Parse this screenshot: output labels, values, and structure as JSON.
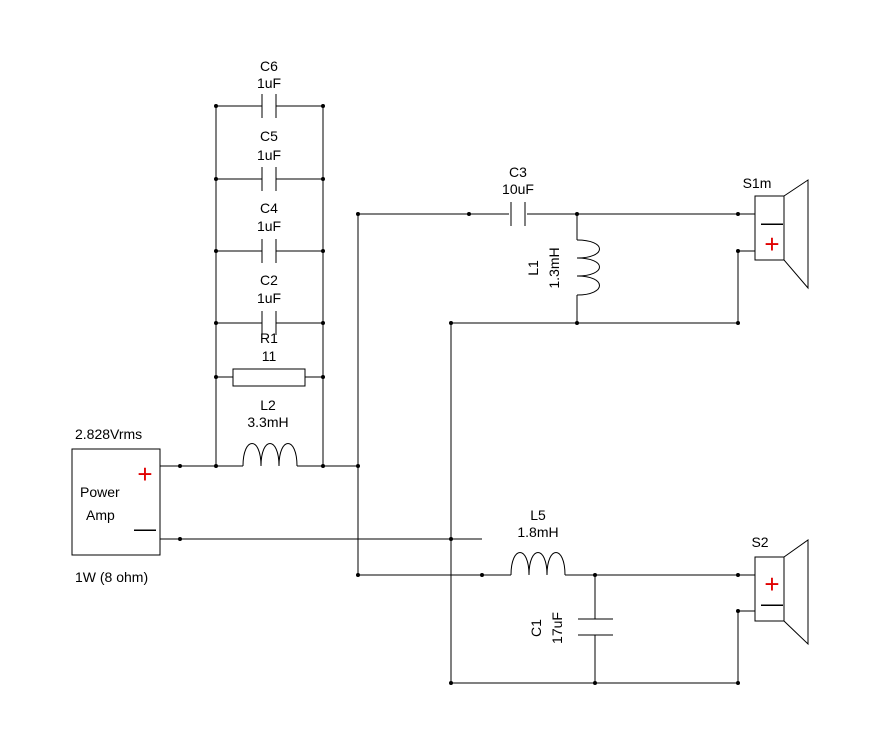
{
  "amp": {
    "voltage": "2.828Vrms",
    "name_line1": "Power",
    "name_line2": "Amp",
    "rating": "1W (8 ohm)",
    "plus": "+",
    "minus": "—"
  },
  "components": {
    "C6": {
      "ref": "C6",
      "value": "1uF"
    },
    "C5": {
      "ref": "C5",
      "value": "1uF"
    },
    "C4": {
      "ref": "C4",
      "value": "1uF"
    },
    "C2": {
      "ref": "C2",
      "value": "1uF"
    },
    "R1": {
      "ref": "R1",
      "value": "11"
    },
    "L2": {
      "ref": "L2",
      "value": "3.3mH"
    },
    "C3": {
      "ref": "C3",
      "value": "10uF"
    },
    "L1": {
      "ref": "L1",
      "value": "1.3mH"
    },
    "L5": {
      "ref": "L5",
      "value": "1.8mH"
    },
    "C1": {
      "ref": "C1",
      "value": "17uF"
    }
  },
  "speakers": {
    "S1m": {
      "name": "S1m",
      "top_sign": "—",
      "bottom_sign": "+"
    },
    "S2": {
      "name": "S2",
      "top_sign": "+",
      "bottom_sign": "—"
    }
  },
  "colors": {
    "wire": "#000000",
    "polarity": "#e00000"
  }
}
